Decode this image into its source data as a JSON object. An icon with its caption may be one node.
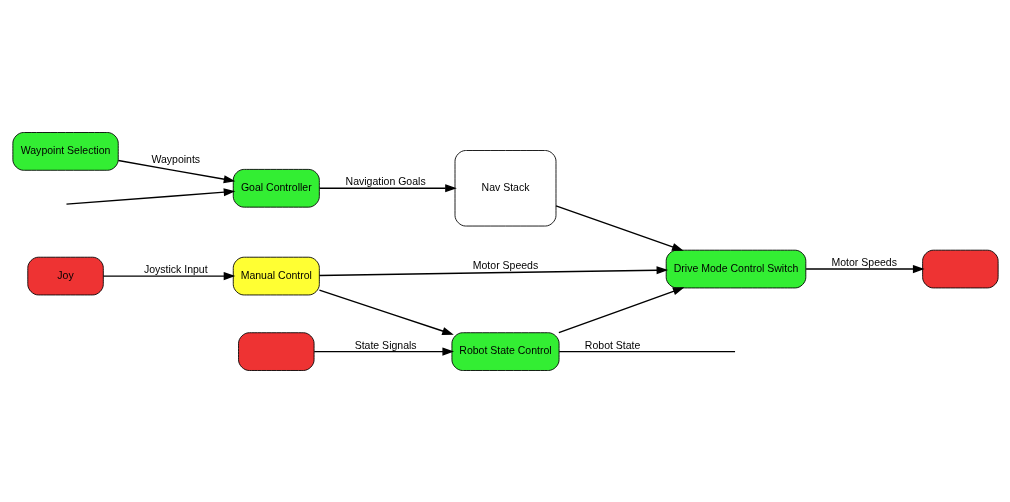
{
  "diagram": {
    "nodes": [
      {
        "text": [
          "Waypoint Selection"
        ]
      },
      {
        "text": [
          "Nav Stack"
        ]
      },
      {
        "text": [
          "Goal Controller"
        ]
      },
      {
        "text": [
          "Joy"
        ]
      },
      {
        "text": [
          "Manual Control"
        ]
      },
      {
        "text": [
          "Drive Mode Control Switch"
        ]
      },
      {
        "text": [],
        "shape": "box"
      },
      {
        "text": [],
        "shape": "box"
      },
      {
        "text": [
          "Robot State Control"
        ]
      }
    ],
    "edges": [
      {
        "from": 0,
        "to": 2,
        "arrow": "to",
        "label": "Waypoints"
      },
      {
        "from": 2,
        "to": 1,
        "arrow": "to",
        "label": "Navigation Goals"
      },
      {
        "from": null,
        "to": 2,
        "arrow": "to"
      },
      {
        "from": 3,
        "to": 4,
        "arrow": "to",
        "label": "Joystick Input"
      },
      {
        "from": 4,
        "to": 5,
        "arrow": "to",
        "label": "Motor Speeds"
      },
      {
        "from": 1,
        "to": 5,
        "arrow": "to"
      },
      {
        "from": 5,
        "to": 6,
        "arrow": "to",
        "label": "Motor Speeds"
      },
      {
        "from": 7,
        "to": 8,
        "arrow": "to",
        "label": "State Signals"
      },
      {
        "from": 4,
        "to": 8,
        "arrow": "to"
      },
      {
        "from": 8,
        "to": 5,
        "arrow": "to"
      },
      {
        "from": 8,
        "to": null,
        "arrow": "none",
        "label": "Robot State"
      }
    ]
  }
}
